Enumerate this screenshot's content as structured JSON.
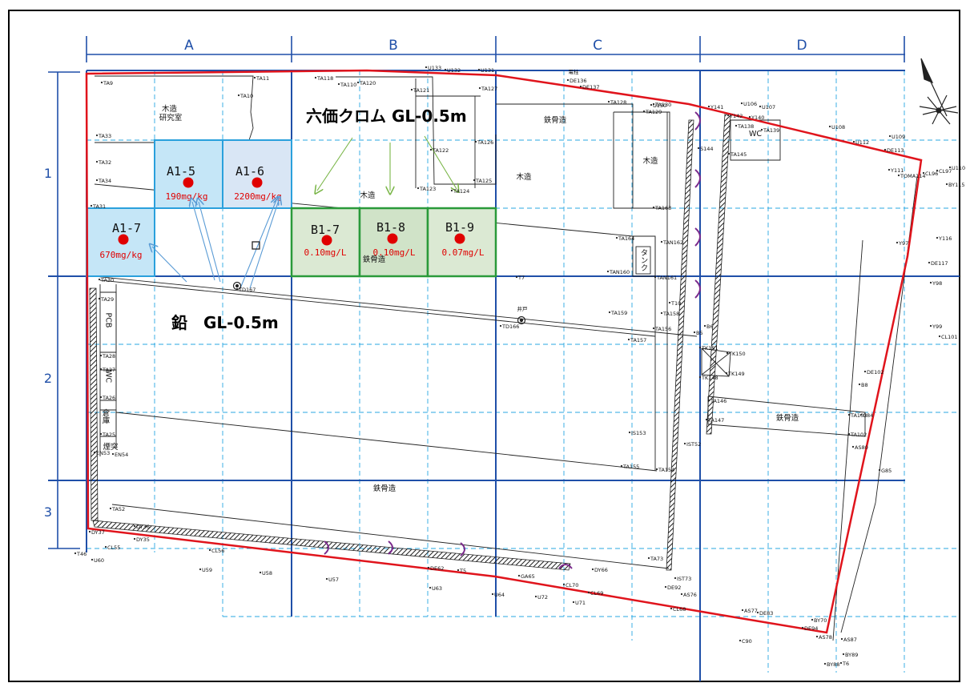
{
  "columns": [
    "A",
    "B",
    "C",
    "D"
  ],
  "rows": [
    "1",
    "2",
    "3"
  ],
  "annotations": {
    "chromium": "六価クロム GL-0.5m",
    "lead": "鉛　GL-0.5m"
  },
  "sample_cells": [
    {
      "id": "A1-5",
      "value": "190mg/kg",
      "group": "lead"
    },
    {
      "id": "A1-6",
      "value": "2200mg/kg",
      "group": "lead"
    },
    {
      "id": "A1-7",
      "value": "670mg/kg",
      "group": "lead"
    },
    {
      "id": "B1-7",
      "value": "0.10mg/L",
      "group": "chromium"
    },
    {
      "id": "B1-8",
      "value": "0.10mg/L",
      "group": "chromium"
    },
    {
      "id": "B1-9",
      "value": "0.07mg/L",
      "group": "chromium"
    }
  ],
  "buildings": [
    {
      "label": "木造\n研究室"
    },
    {
      "label": "木造"
    },
    {
      "label": "鉄骨造"
    },
    {
      "label": "鉄骨造"
    },
    {
      "label": "木造"
    },
    {
      "label": "木造"
    },
    {
      "label": "鉄骨造"
    },
    {
      "label": "鉄骨造"
    },
    {
      "label": "WC"
    },
    {
      "label": "PCB"
    },
    {
      "label": "WC"
    },
    {
      "label": "倉庫"
    },
    {
      "label": "煙突"
    },
    {
      "label": "タンク"
    },
    {
      "label": "井戸"
    },
    {
      "label": "電柱"
    }
  ],
  "survey_points": [
    "TA11",
    "TA10",
    "TA9",
    "TA33",
    "TA32",
    "TA34",
    "TA31",
    "TA30",
    "TA29",
    "TA28",
    "TA27",
    "TA26",
    "TA25",
    "TA52",
    "TA118",
    "TA110",
    "TA120",
    "TA121",
    "TA122",
    "TA123",
    "TA124",
    "TA125",
    "TA126",
    "TA127",
    "TA128",
    "TA129",
    "TA130",
    "TA138",
    "TA139",
    "TA145",
    "TA146",
    "TA147",
    "TA154",
    "TA155",
    "TA156",
    "TA157",
    "TA158",
    "TA159",
    "TA163",
    "TA164",
    "TA73",
    "TA103",
    "TA102",
    "TAN162",
    "TAN160",
    "TAN161",
    "U133",
    "U132",
    "U131",
    "U130",
    "U106",
    "U107",
    "U108",
    "U109",
    "U110",
    "U112",
    "U60",
    "U59",
    "U58",
    "U57",
    "U63",
    "U64",
    "U72",
    "U71",
    "Y141",
    "Y142",
    "Y140",
    "Y111",
    "Y116",
    "Y97",
    "Y98",
    "Y99",
    "DE136",
    "DE137",
    "DE113",
    "DE117",
    "DE102",
    "DE92",
    "DE62",
    "DE94",
    "DE83",
    "DY66",
    "DY37",
    "DY36",
    "DY35",
    "CL55",
    "CL56",
    "CL68",
    "CL69",
    "CL70",
    "CL96",
    "CL97",
    "CL101",
    "BY115",
    "BY70",
    "BY89",
    "BY88",
    "AS76",
    "AS77",
    "AS78",
    "AS87",
    "AS80",
    "EN53",
    "EN54",
    "TK151",
    "TK150",
    "TK149",
    "TK148",
    "GA65",
    "T46",
    "T10",
    "T6",
    "T5",
    "T7",
    "TOMA114",
    "S144",
    "IS153",
    "IST52",
    "IST73",
    "C90",
    "B5",
    "B6",
    "B8",
    "G84",
    "G85",
    "TD166",
    "TD167"
  ],
  "north_symbol": "north-arrow",
  "colors": {
    "boundary": "#e0141c",
    "grid": "#1f4fa8",
    "grid_dashed": "#2aa7e2",
    "lead_fill": "#c5e6f7",
    "lead_border": "#2aa0dc",
    "chromium_fill": "#dbe9d3",
    "chromium_border": "#2a9a3a",
    "sample_dot": "#e00000",
    "lead_arrow": "#5a9bd5",
    "chromium_arrow": "#7ab648"
  }
}
